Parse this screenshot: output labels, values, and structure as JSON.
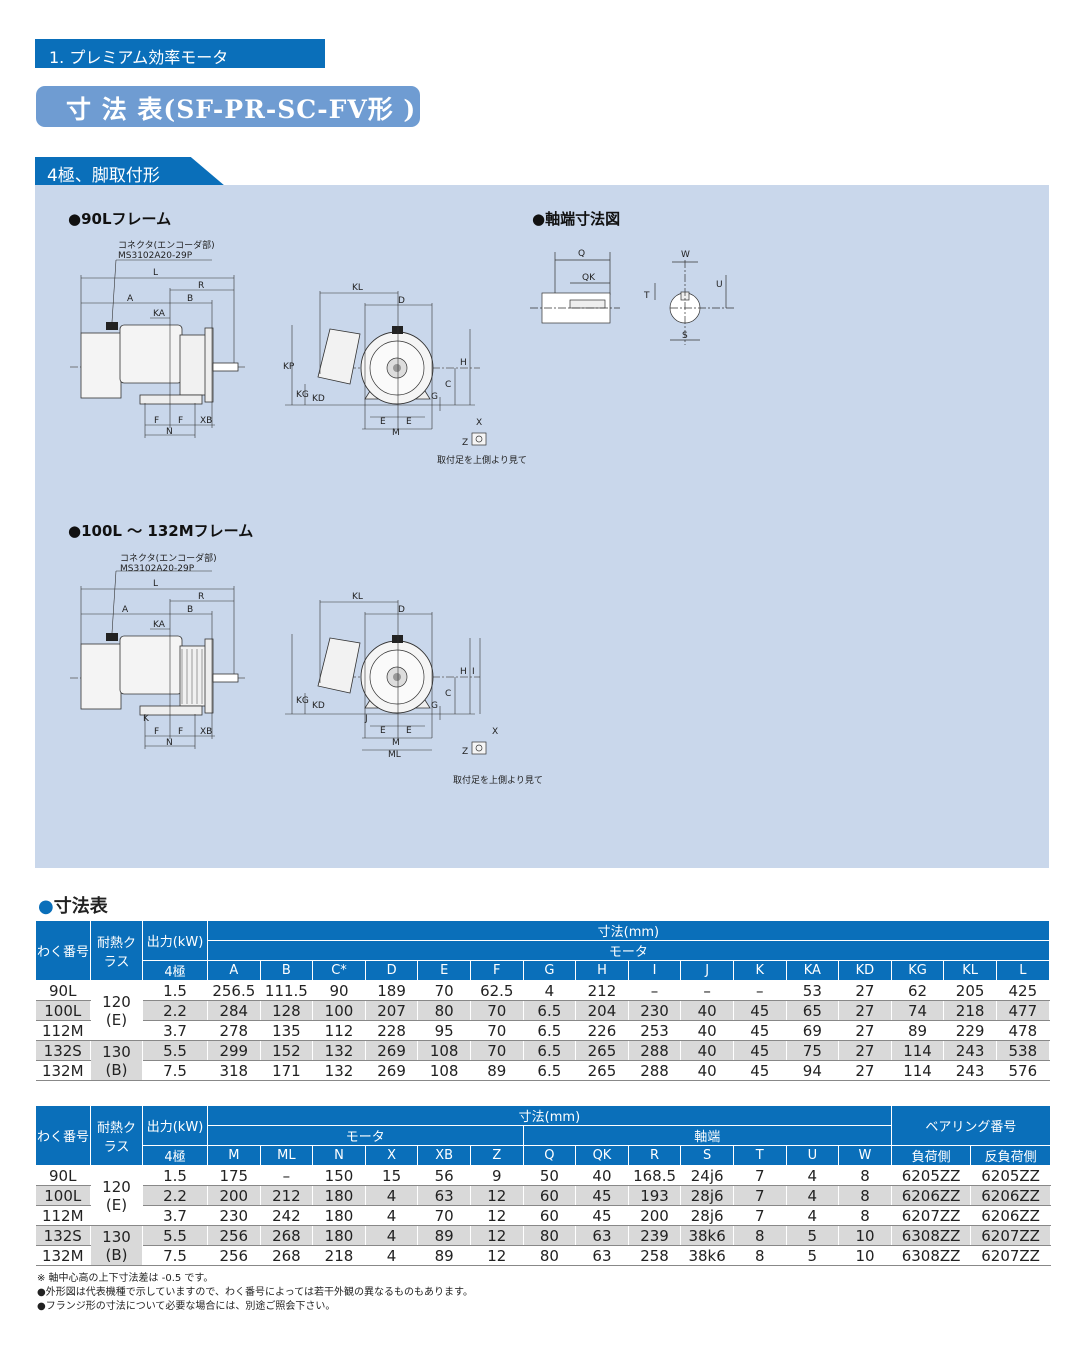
{
  "section_label": "1. プレミアム効率モータ",
  "title": "寸 法 表(SF-PR-SC-FV形 )",
  "tab_label": "4極、脚取付形",
  "drawings": {
    "frame_90l": "●90Lフレーム",
    "frame_100l_132m": "●100L ～ 132Mフレーム",
    "shaft_end": "●軸端寸法図",
    "connector_line1": "コネクタ(エンコーダ部)",
    "connector_line2": "MS3102A20-29P",
    "mount_caption": "取付足を上側より見て",
    "lbl": {
      "L": "L",
      "R": "R",
      "A": "A",
      "B": "B",
      "KA": "KA",
      "F": "F",
      "XB": "XB",
      "N": "N",
      "K": "K",
      "KL": "KL",
      "D": "D",
      "H": "H",
      "C": "C",
      "G": "G",
      "KP": "KP",
      "KG": "KG",
      "KD": "KD",
      "E": "E",
      "M": "M",
      "ML": "ML",
      "J": "J",
      "I": "I",
      "X": "X",
      "Z": "Z",
      "Q": "Q",
      "QK": "QK",
      "W": "W",
      "U": "U",
      "T": "T",
      "S": "S"
    }
  },
  "table_title": "寸法表",
  "table1": {
    "h_frame": "わく番号",
    "h_class": "耐熱クラス",
    "h_output": "出力(kW)",
    "h_dim": "寸法(mm)",
    "h_motor": "モータ",
    "h_pole": "4極",
    "cols": [
      "A",
      "B",
      "C*",
      "D",
      "E",
      "F",
      "G",
      "H",
      "I",
      "J",
      "K",
      "KA",
      "KD",
      "KG",
      "KL",
      "L"
    ],
    "rows": [
      {
        "frame": "90L",
        "out": "1.5",
        "v": [
          "256.5",
          "111.5",
          "90",
          "189",
          "70",
          "62.5",
          "4",
          "212",
          "–",
          "–",
          "–",
          "53",
          "27",
          "62",
          "205",
          "425"
        ]
      },
      {
        "frame": "100L",
        "out": "2.2",
        "v": [
          "284",
          "128",
          "100",
          "207",
          "80",
          "70",
          "6.5",
          "204",
          "230",
          "40",
          "45",
          "65",
          "27",
          "74",
          "218",
          "477"
        ]
      },
      {
        "frame": "112M",
        "out": "3.7",
        "v": [
          "278",
          "135",
          "112",
          "228",
          "95",
          "70",
          "6.5",
          "226",
          "253",
          "40",
          "45",
          "69",
          "27",
          "89",
          "229",
          "478"
        ]
      },
      {
        "frame": "132S",
        "out": "5.5",
        "v": [
          "299",
          "152",
          "132",
          "269",
          "108",
          "70",
          "6.5",
          "265",
          "288",
          "40",
          "45",
          "75",
          "27",
          "114",
          "243",
          "538"
        ]
      },
      {
        "frame": "132M",
        "out": "7.5",
        "v": [
          "318",
          "171",
          "132",
          "269",
          "108",
          "89",
          "6.5",
          "265",
          "288",
          "40",
          "45",
          "94",
          "27",
          "114",
          "243",
          "576"
        ]
      }
    ],
    "classes": [
      {
        "label": "120\n(E)",
        "span": 3
      },
      {
        "label": "130\n(B)",
        "span": 2
      }
    ]
  },
  "table2": {
    "h_frame": "わく番号",
    "h_class": "耐熱クラス",
    "h_output": "出力(kW)",
    "h_dim": "寸法(mm)",
    "h_motor": "モータ",
    "h_shaft": "軸端",
    "h_bearing": "ベアリング番号",
    "h_pole": "4極",
    "cols": [
      "M",
      "ML",
      "N",
      "X",
      "XB",
      "Z",
      "Q",
      "QK",
      "R",
      "S",
      "T",
      "U",
      "W",
      "負荷側",
      "反負荷側"
    ],
    "rows": [
      {
        "frame": "90L",
        "out": "1.5",
        "v": [
          "175",
          "–",
          "150",
          "15",
          "56",
          "9",
          "50",
          "40",
          "168.5",
          "24j6",
          "7",
          "4",
          "8",
          "6205ZZ",
          "6205ZZ"
        ]
      },
      {
        "frame": "100L",
        "out": "2.2",
        "v": [
          "200",
          "212",
          "180",
          "4",
          "63",
          "12",
          "60",
          "45",
          "193",
          "28j6",
          "7",
          "4",
          "8",
          "6206ZZ",
          "6206ZZ"
        ]
      },
      {
        "frame": "112M",
        "out": "3.7",
        "v": [
          "230",
          "242",
          "180",
          "4",
          "70",
          "12",
          "60",
          "45",
          "200",
          "28j6",
          "7",
          "4",
          "8",
          "6207ZZ",
          "6206ZZ"
        ]
      },
      {
        "frame": "132S",
        "out": "5.5",
        "v": [
          "256",
          "268",
          "180",
          "4",
          "89",
          "12",
          "80",
          "63",
          "239",
          "38k6",
          "8",
          "5",
          "10",
          "6308ZZ",
          "6207ZZ"
        ]
      },
      {
        "frame": "132M",
        "out": "7.5",
        "v": [
          "256",
          "268",
          "218",
          "4",
          "89",
          "12",
          "80",
          "63",
          "258",
          "38k6",
          "8",
          "5",
          "10",
          "6308ZZ",
          "6207ZZ"
        ]
      }
    ],
    "classes": [
      {
        "label": "120\n(E)",
        "span": 3
      },
      {
        "label": "130\n(B)",
        "span": 2
      }
    ]
  },
  "notes": [
    "※ 軸中心高の上下寸法差は -0.5 です。",
    "●外形図は代表機種で示していますので、わく番号によっては若干外観の異なるものもあります。",
    "●フランジ形の寸法について必要な場合には、別途ご照会下さい。"
  ]
}
